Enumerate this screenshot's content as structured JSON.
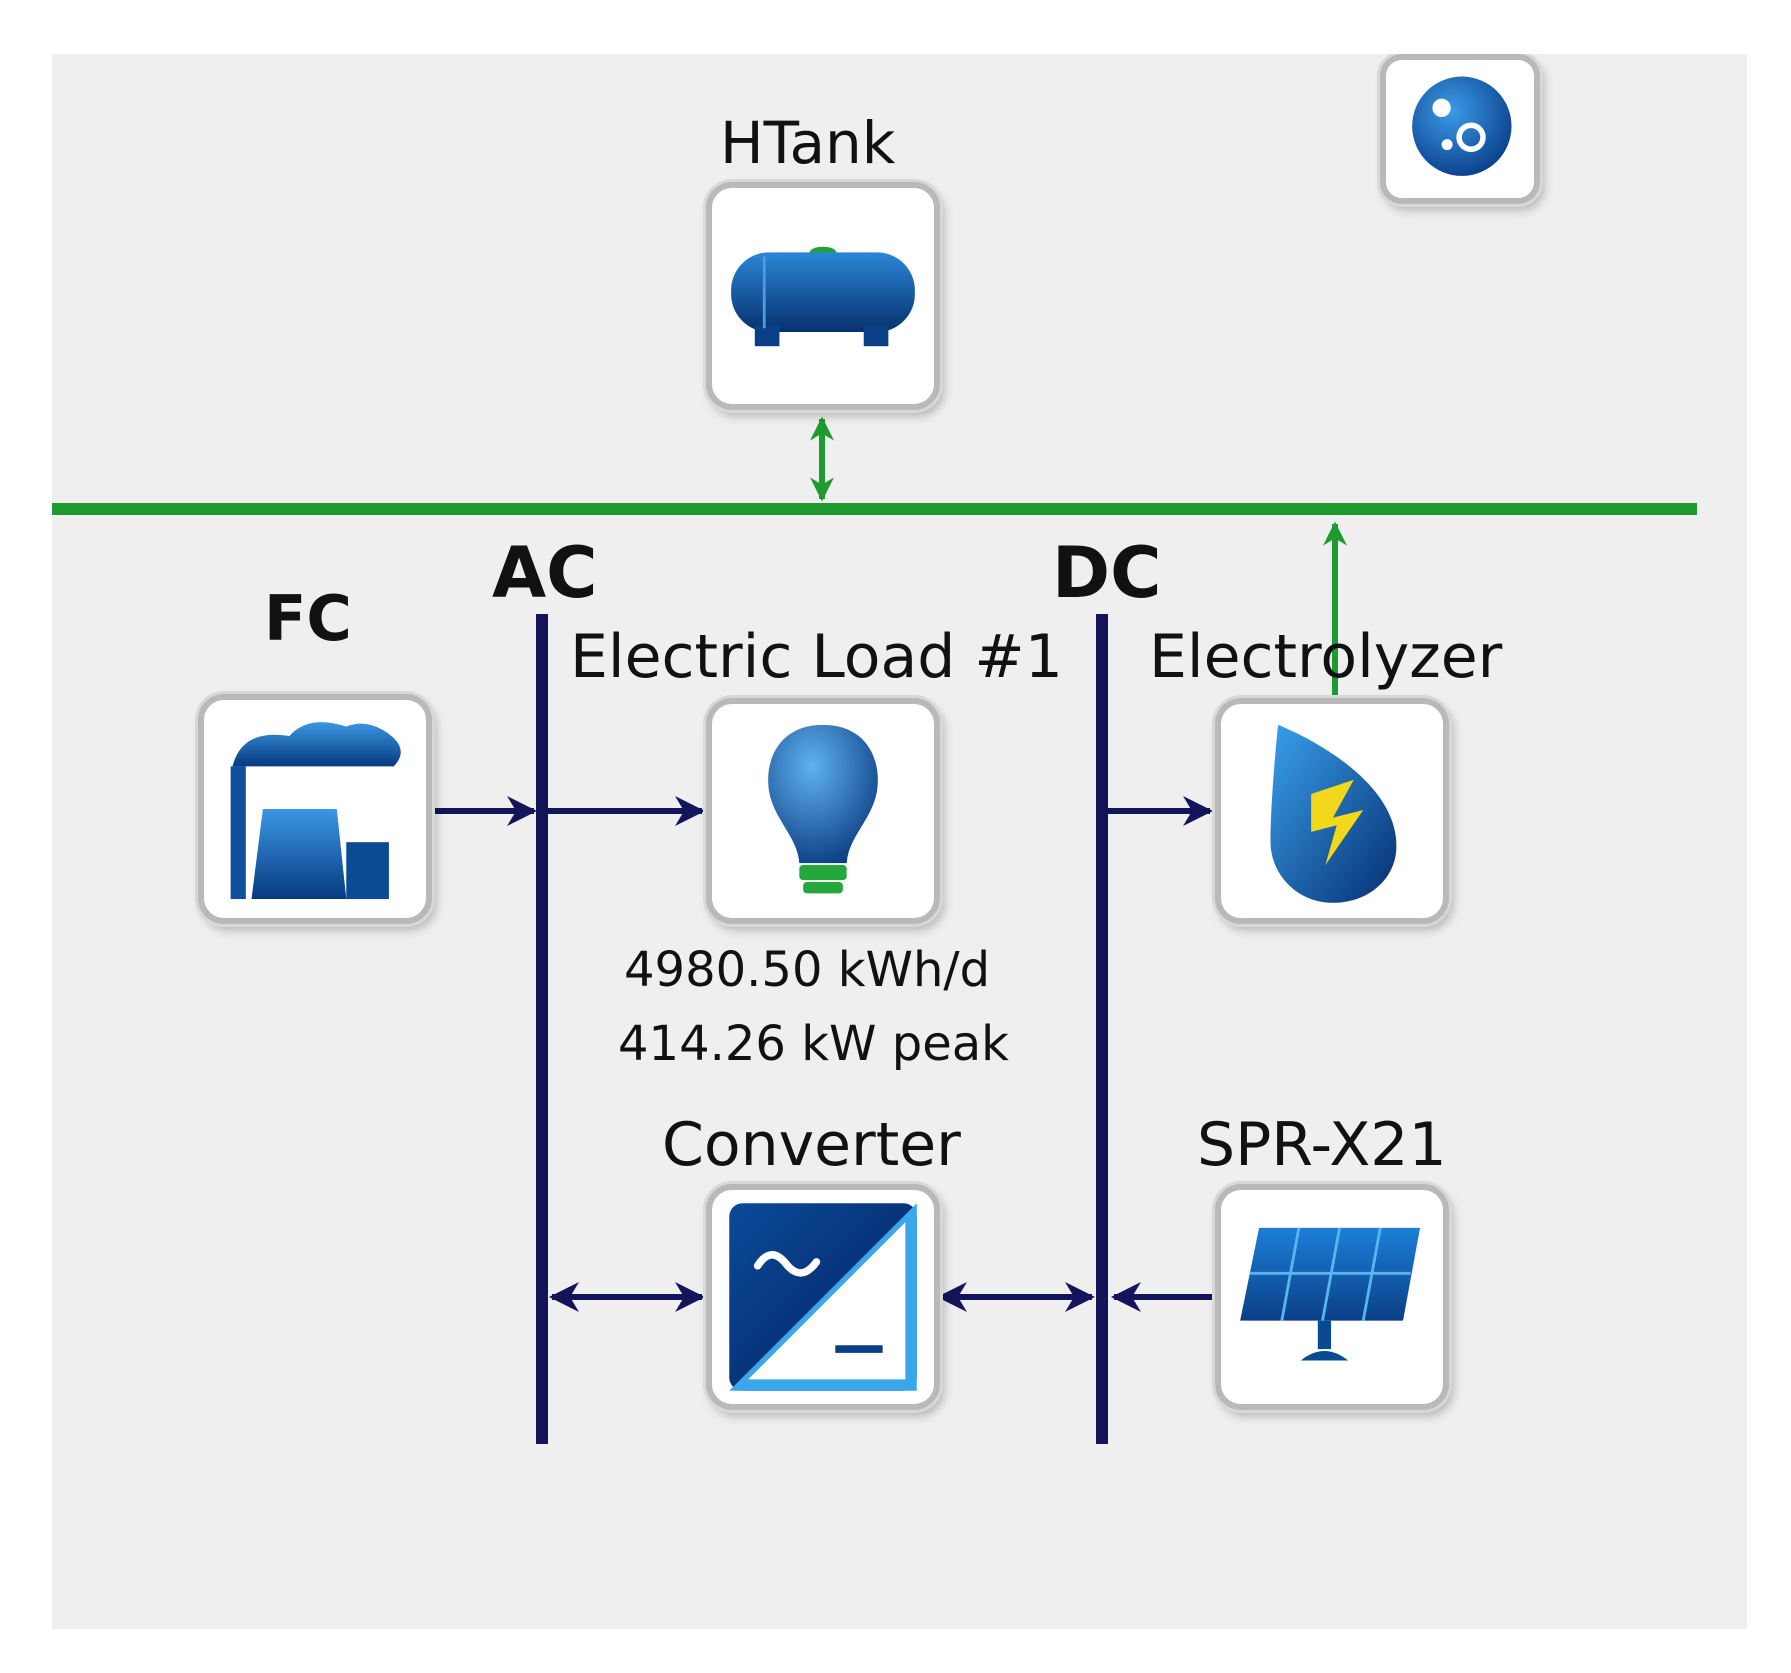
{
  "nodes": {
    "htank": "HTank",
    "fc": "FC",
    "electric_load": "Electric Load #1",
    "electrolyzer": "Electrolyzer",
    "converter": "Converter",
    "pv": "SPR-X21"
  },
  "buses": {
    "ac": "AC",
    "dc": "DC"
  },
  "load_stats": {
    "daily": "4980.50 kWh/d",
    "peak": "414.26 kW peak"
  },
  "colors": {
    "background": "#efefef",
    "bus_line": "#14145a",
    "hydrogen_line": "#1e9a2e",
    "icon_blue": "#0b5fb5"
  },
  "icons": [
    "hydrogen-tank-icon",
    "fuel-cell-plant-icon",
    "light-bulb-icon",
    "electrolyzer-drop-icon",
    "converter-icon",
    "solar-panel-icon",
    "settings-gears-icon"
  ]
}
